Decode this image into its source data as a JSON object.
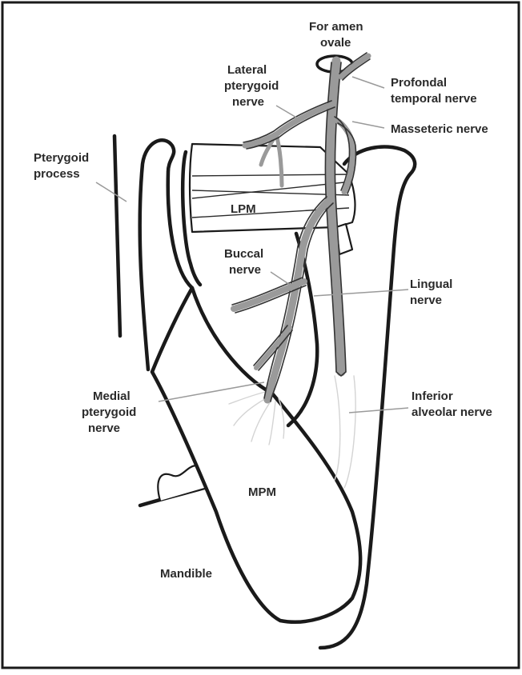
{
  "labels": {
    "foramen_ovale": [
      "For amen",
      "ovale"
    ],
    "lateral_pterygoid_nerve": [
      "Lateral",
      "pterygoid",
      "nerve"
    ],
    "profondal_temporal_nerve": [
      "Profondal",
      "temporal nerve"
    ],
    "masseteric_nerve": [
      "Masseteric nerve"
    ],
    "pterygoid_process": [
      "Pterygoid",
      "process"
    ],
    "lpm": [
      "LPM"
    ],
    "buccal_nerve": [
      "Buccal",
      "nerve"
    ],
    "lingual_nerve": [
      "Lingual",
      "nerve"
    ],
    "medial_pterygoid_nerve": [
      "Medial",
      "pterygoid",
      "nerve"
    ],
    "inferior_alveolar_nerve": [
      "Inferior",
      "alveolar nerve"
    ],
    "mpm": [
      "MPM"
    ],
    "mandible": [
      "Mandible"
    ]
  },
  "colors": {
    "outline": "#1a1a1a",
    "nerve_fill": "#9a9a9a",
    "leader_line": "#9a9a9a",
    "text": "#2a2a2a",
    "background": "#ffffff"
  }
}
